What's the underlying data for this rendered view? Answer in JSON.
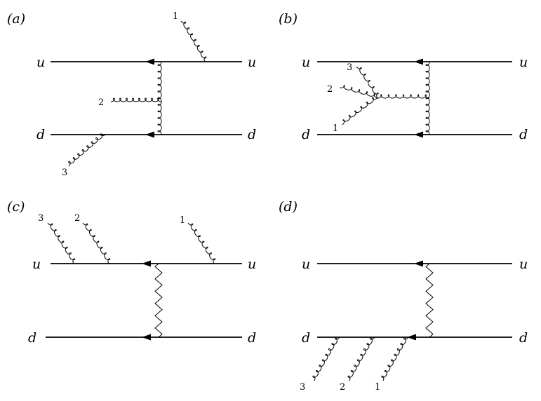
{
  "panels": [
    {
      "id": "a",
      "label": "(a)",
      "top_left": "u",
      "top_right": "u",
      "bottom_left": "d",
      "bottom_right": "d",
      "exchange": "gluon",
      "gluons": [
        {
          "label": "1"
        },
        {
          "label": "2"
        },
        {
          "label": "3"
        }
      ]
    },
    {
      "id": "b",
      "label": "(b)",
      "top_left": "u",
      "top_right": "u",
      "bottom_left": "d",
      "bottom_right": "d",
      "exchange": "gluon",
      "gluons": [
        {
          "label": "3"
        },
        {
          "label": "2"
        },
        {
          "label": "1"
        }
      ]
    },
    {
      "id": "c",
      "label": "(c)",
      "top_left": "u",
      "top_right": "u",
      "bottom_left": "d",
      "bottom_right": "d",
      "exchange": "wavy",
      "gluons": [
        {
          "label": "3"
        },
        {
          "label": "2"
        },
        {
          "label": "1"
        }
      ]
    },
    {
      "id": "d",
      "label": "(d)",
      "top_left": "u",
      "top_right": "u",
      "bottom_left": "d",
      "bottom_right": "d",
      "exchange": "wavy",
      "gluons": [
        {
          "label": "3"
        },
        {
          "label": "2"
        },
        {
          "label": "1"
        }
      ]
    }
  ]
}
